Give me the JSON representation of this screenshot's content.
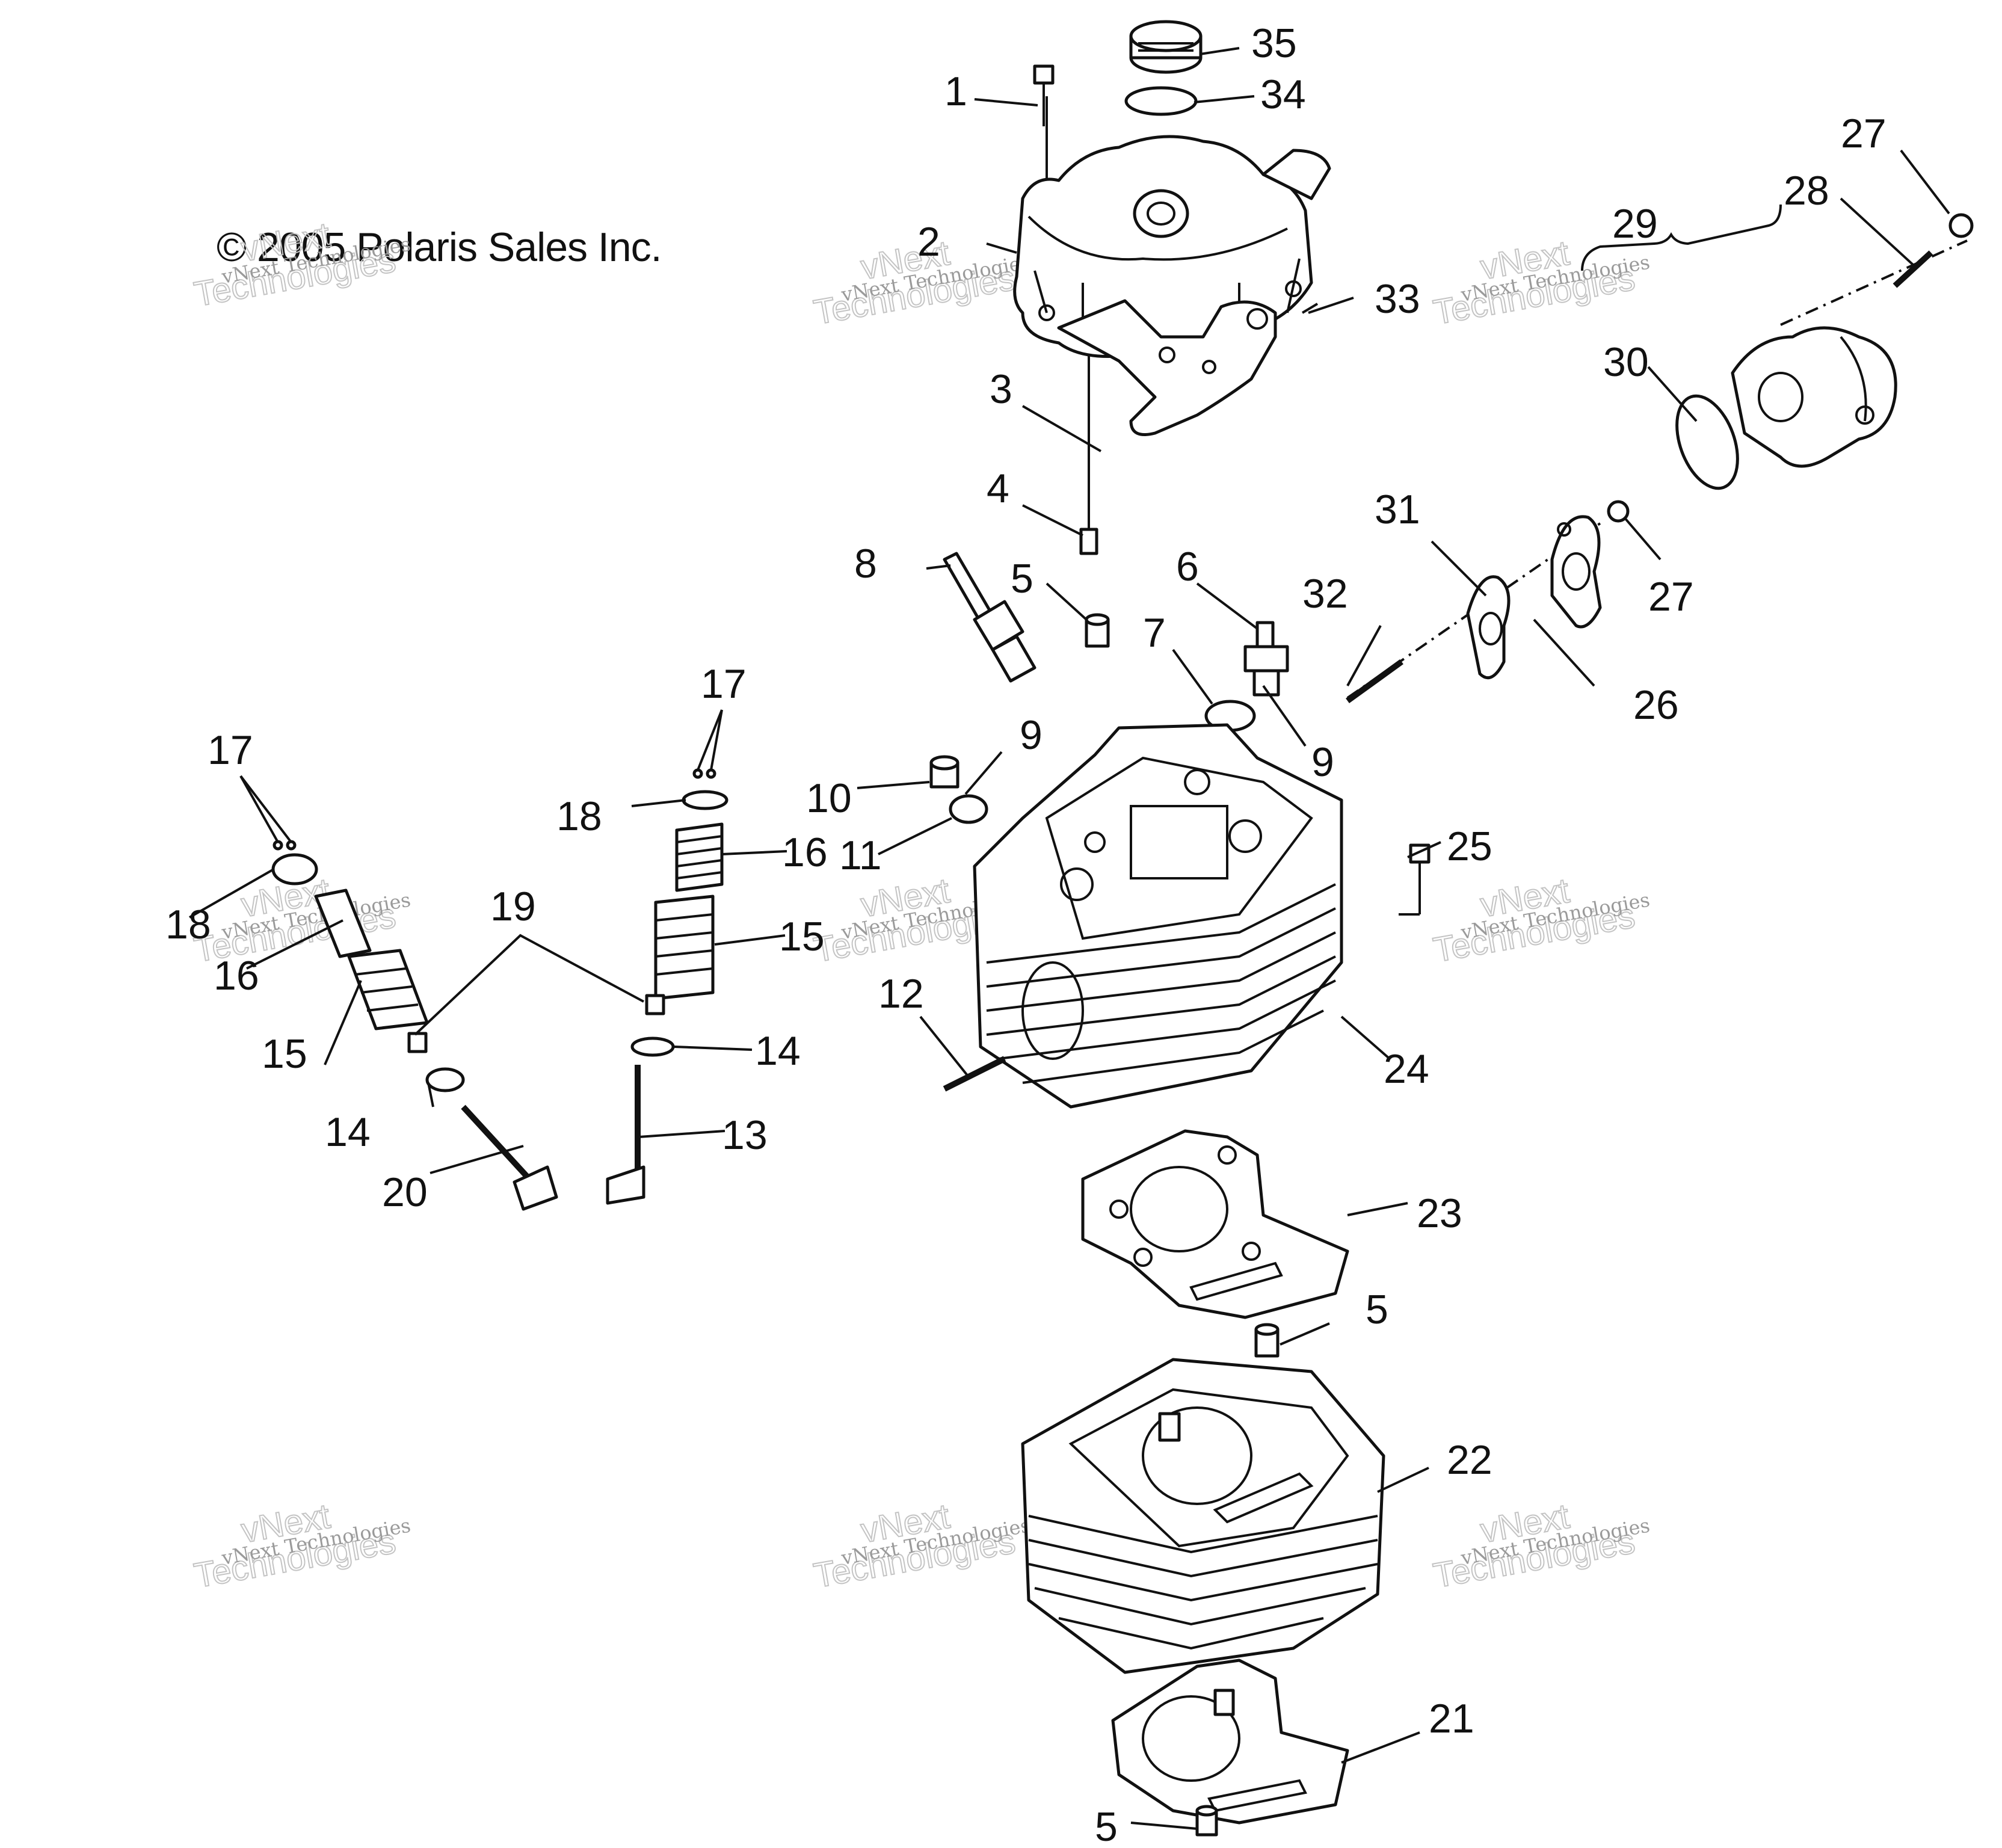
{
  "copyright": "© 2005 Polaris Sales Inc.",
  "watermark": {
    "line1": "vNext Technologies",
    "line2": "vNext",
    "line3": "Technologies"
  },
  "callouts": {
    "c1": "1",
    "c2": "2",
    "c3": "3",
    "c4": "4",
    "c5a": "5",
    "c5b": "5",
    "c5c": "5",
    "c6": "6",
    "c7": "7",
    "c8": "8",
    "c9a": "9",
    "c9b": "9",
    "c10": "10",
    "c11": "11",
    "c12": "12",
    "c13": "13",
    "c14a": "14",
    "c14b": "14",
    "c15a": "15",
    "c15b": "15",
    "c16a": "16",
    "c16b": "16",
    "c17a": "17",
    "c17b": "17",
    "c18a": "18",
    "c18b": "18",
    "c19": "19",
    "c20": "20",
    "c21": "21",
    "c22": "22",
    "c23": "23",
    "c24": "24",
    "c25": "25",
    "c26": "26",
    "c27a": "27",
    "c27b": "27",
    "c28": "28",
    "c29": "29",
    "c30": "30",
    "c31": "31",
    "c32": "32",
    "c33": "33",
    "c34": "34",
    "c35": "35"
  }
}
